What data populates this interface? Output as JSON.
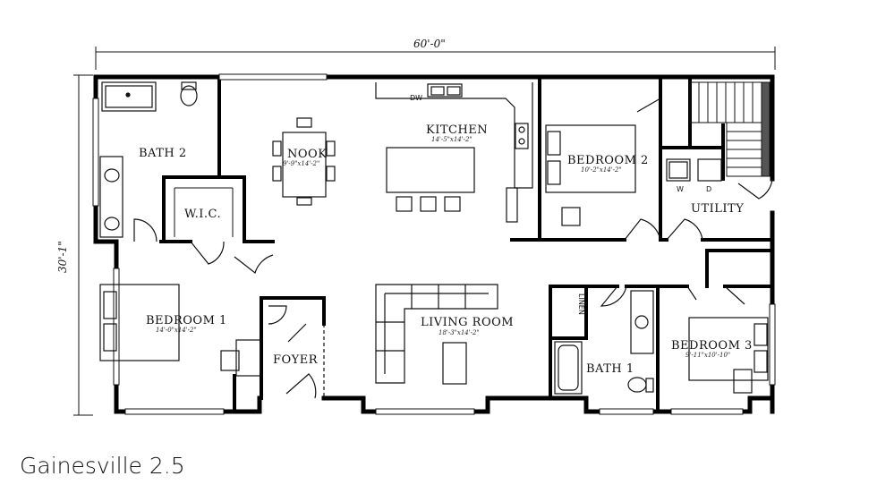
{
  "plan": {
    "title": "Gainesville 2.5",
    "overall_width": "60'-0\"",
    "overall_depth": "30'-1\"",
    "rooms": {
      "bath2": {
        "name": "BATH 2"
      },
      "wic": {
        "name": "W.I.C."
      },
      "nook": {
        "name": "NOOK",
        "size": "9'-9\"x14'-2\""
      },
      "kitchen": {
        "name": "KITCHEN",
        "size": "14'-5\"x14'-2\""
      },
      "bedroom2": {
        "name": "BEDROOM 2",
        "size": "10'-2\"x14'-2\""
      },
      "utility": {
        "name": "UTILITY"
      },
      "bedroom1": {
        "name": "BEDROOM 1",
        "size": "14'-0\"x14'-2\""
      },
      "foyer": {
        "name": "FOYER"
      },
      "living": {
        "name": "LIVING ROOM",
        "size": "18'-3\"x14'-2\""
      },
      "linen": {
        "name": "LINEN"
      },
      "bath1": {
        "name": "BATH 1"
      },
      "bedroom3": {
        "name": "BEDROOM 3",
        "size": "9'-11\"x10'-10\""
      }
    },
    "fixtures": {
      "dishwasher": "DW",
      "washer": "W",
      "dryer": "D"
    }
  }
}
